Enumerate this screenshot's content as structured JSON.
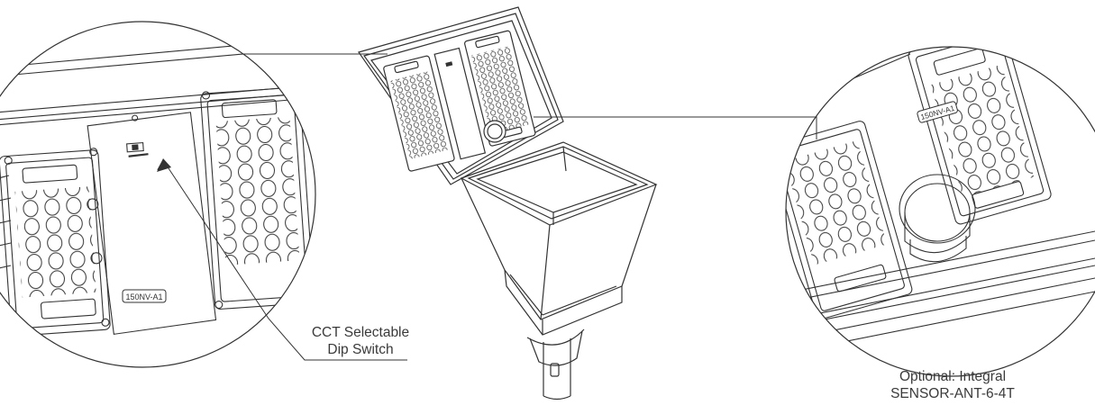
{
  "callouts": {
    "dip_switch": {
      "line1": "CCT Selectable",
      "line2": "Dip Switch"
    },
    "sensor": {
      "line1": "Optional: Integral",
      "line2": "SENSOR-ANT-6-4T"
    }
  },
  "detail_labels": {
    "left_plate": "150NV-A1",
    "right_plate": "150NV-A1"
  },
  "colors": {
    "line": "#333333",
    "text": "#3a3a3a",
    "background": "#ffffff"
  }
}
